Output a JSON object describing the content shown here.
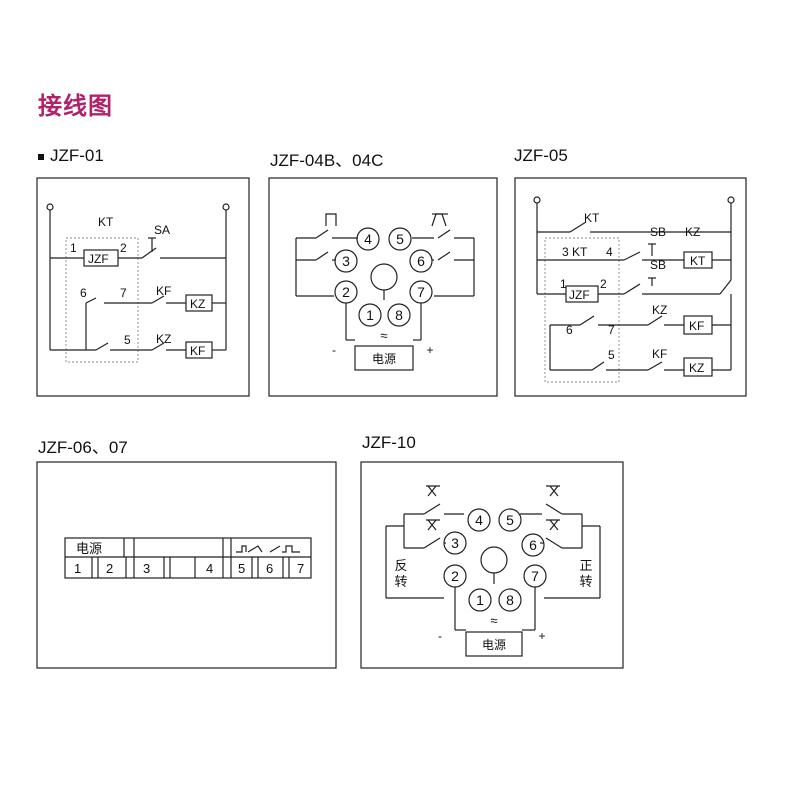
{
  "page": {
    "title": "接线图",
    "accent": "#b0226a"
  },
  "diagrams": [
    {
      "label": "JZF-01"
    },
    {
      "label": "JZF-04B、04C"
    },
    {
      "label": "JZF-05"
    },
    {
      "label": "JZF-06、07"
    },
    {
      "label": "JZF-10"
    }
  ],
  "texts": {
    "kt": "KT",
    "sa": "SA",
    "jzf": "JZF",
    "kf": "KF",
    "kz": "KZ",
    "sb": "SB",
    "kt_3": "3 KT",
    "power": "电源",
    "reverse_1": "反",
    "reverse_2": "转",
    "forward_1": "正",
    "forward_2": "转",
    "minus": "-",
    "plus": "+",
    "tilde": "≈",
    "n1": "1",
    "n2": "2",
    "n3": "3",
    "n4": "4",
    "n5": "5",
    "n6": "6",
    "n7": "7",
    "n8": "8"
  }
}
